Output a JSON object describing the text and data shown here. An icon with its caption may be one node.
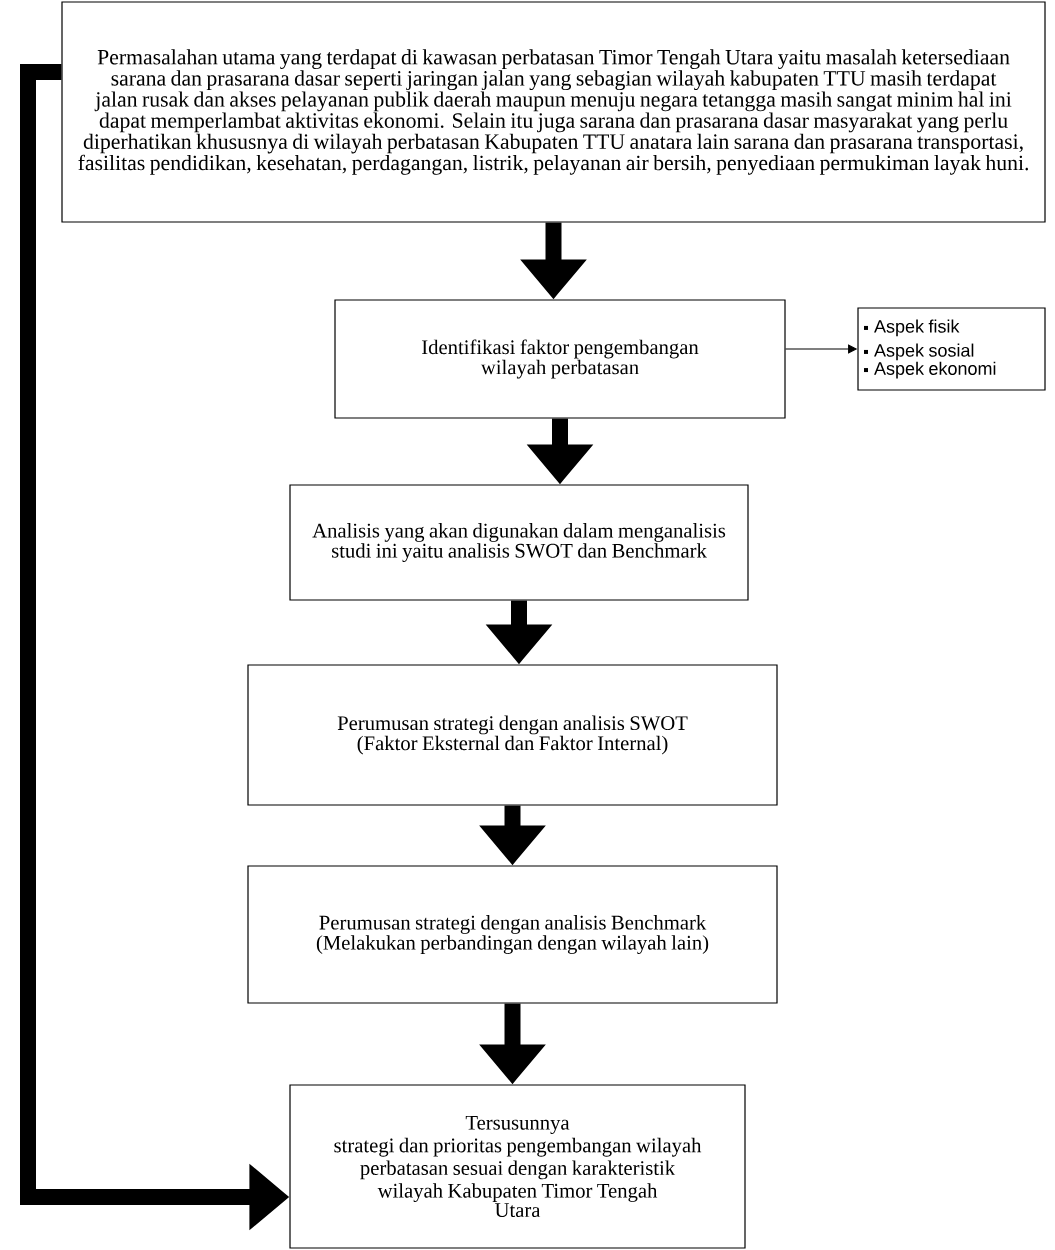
{
  "diagram": {
    "nodes": [
      {
        "text": [
          "Permasalahan utama yang terdapat di kawasan perbatasan Timor Tengah Utara yaitu masalah ketersediaan sarana dan prasarana dasar seperti jaringan jalan yang sebagian wilayah kabupaten TTU masih terdapat jalan rusak dan akses pelayanan publik daerah maupun menuju negara tetangga masih sangat minim hal ini dapat memperlambat aktivitas ekonomi. Selain itu juga sarana dan prasarana dasar masyarakat yang perlu diperhatikan khususnya di wilayah perbatasan Kabupaten TTU anatara lain sarana dan prasarana transportasi, fasilitas pendidikan, kesehatan, perdagangan, listrik, pelayanan air bersih, penyediaan permukiman layak huni."
        ]
      },
      {
        "text": [
          "Identifikasi faktor pengembangan wilayah perbatasan"
        ]
      },
      {
        "text": [
          "Aspek fisik",
          "Aspek sosial",
          "Aspek ekonomi"
        ]
      },
      {
        "text": [
          "Analisis yang akan digunakan dalam menganalisis studi ini yaitu analisis SWOT dan Benchmark"
        ]
      },
      {
        "text": [
          "Perumusan strategi dengan analisis SWOT",
          "(Faktor Eksternal dan Faktor Internal)"
        ]
      },
      {
        "text": [
          "Perumusan strategi dengan analisis Benchmark",
          "(Melakukan perbandingan dengan wilayah lain)"
        ]
      },
      {
        "text": [
          "Tersusunnya",
          "strategi dan prioritas pengembangan wilayah perbatasan sesuai dengan karakteristik wilayah Kabupaten Timor Tengah",
          "Utara"
        ]
      }
    ],
    "edges": [
      {
        "from": 0,
        "to": 1,
        "arrow": "to"
      },
      {
        "from": 1,
        "to": 2,
        "arrow": "to"
      },
      {
        "from": 1,
        "to": 3,
        "arrow": "to"
      },
      {
        "from": 3,
        "to": 4,
        "arrow": "to"
      },
      {
        "from": 4,
        "to": 5,
        "arrow": "to"
      },
      {
        "from": 5,
        "to": 6,
        "arrow": "to"
      },
      {
        "from": 0,
        "to": 6,
        "arrow": "to"
      }
    ]
  }
}
